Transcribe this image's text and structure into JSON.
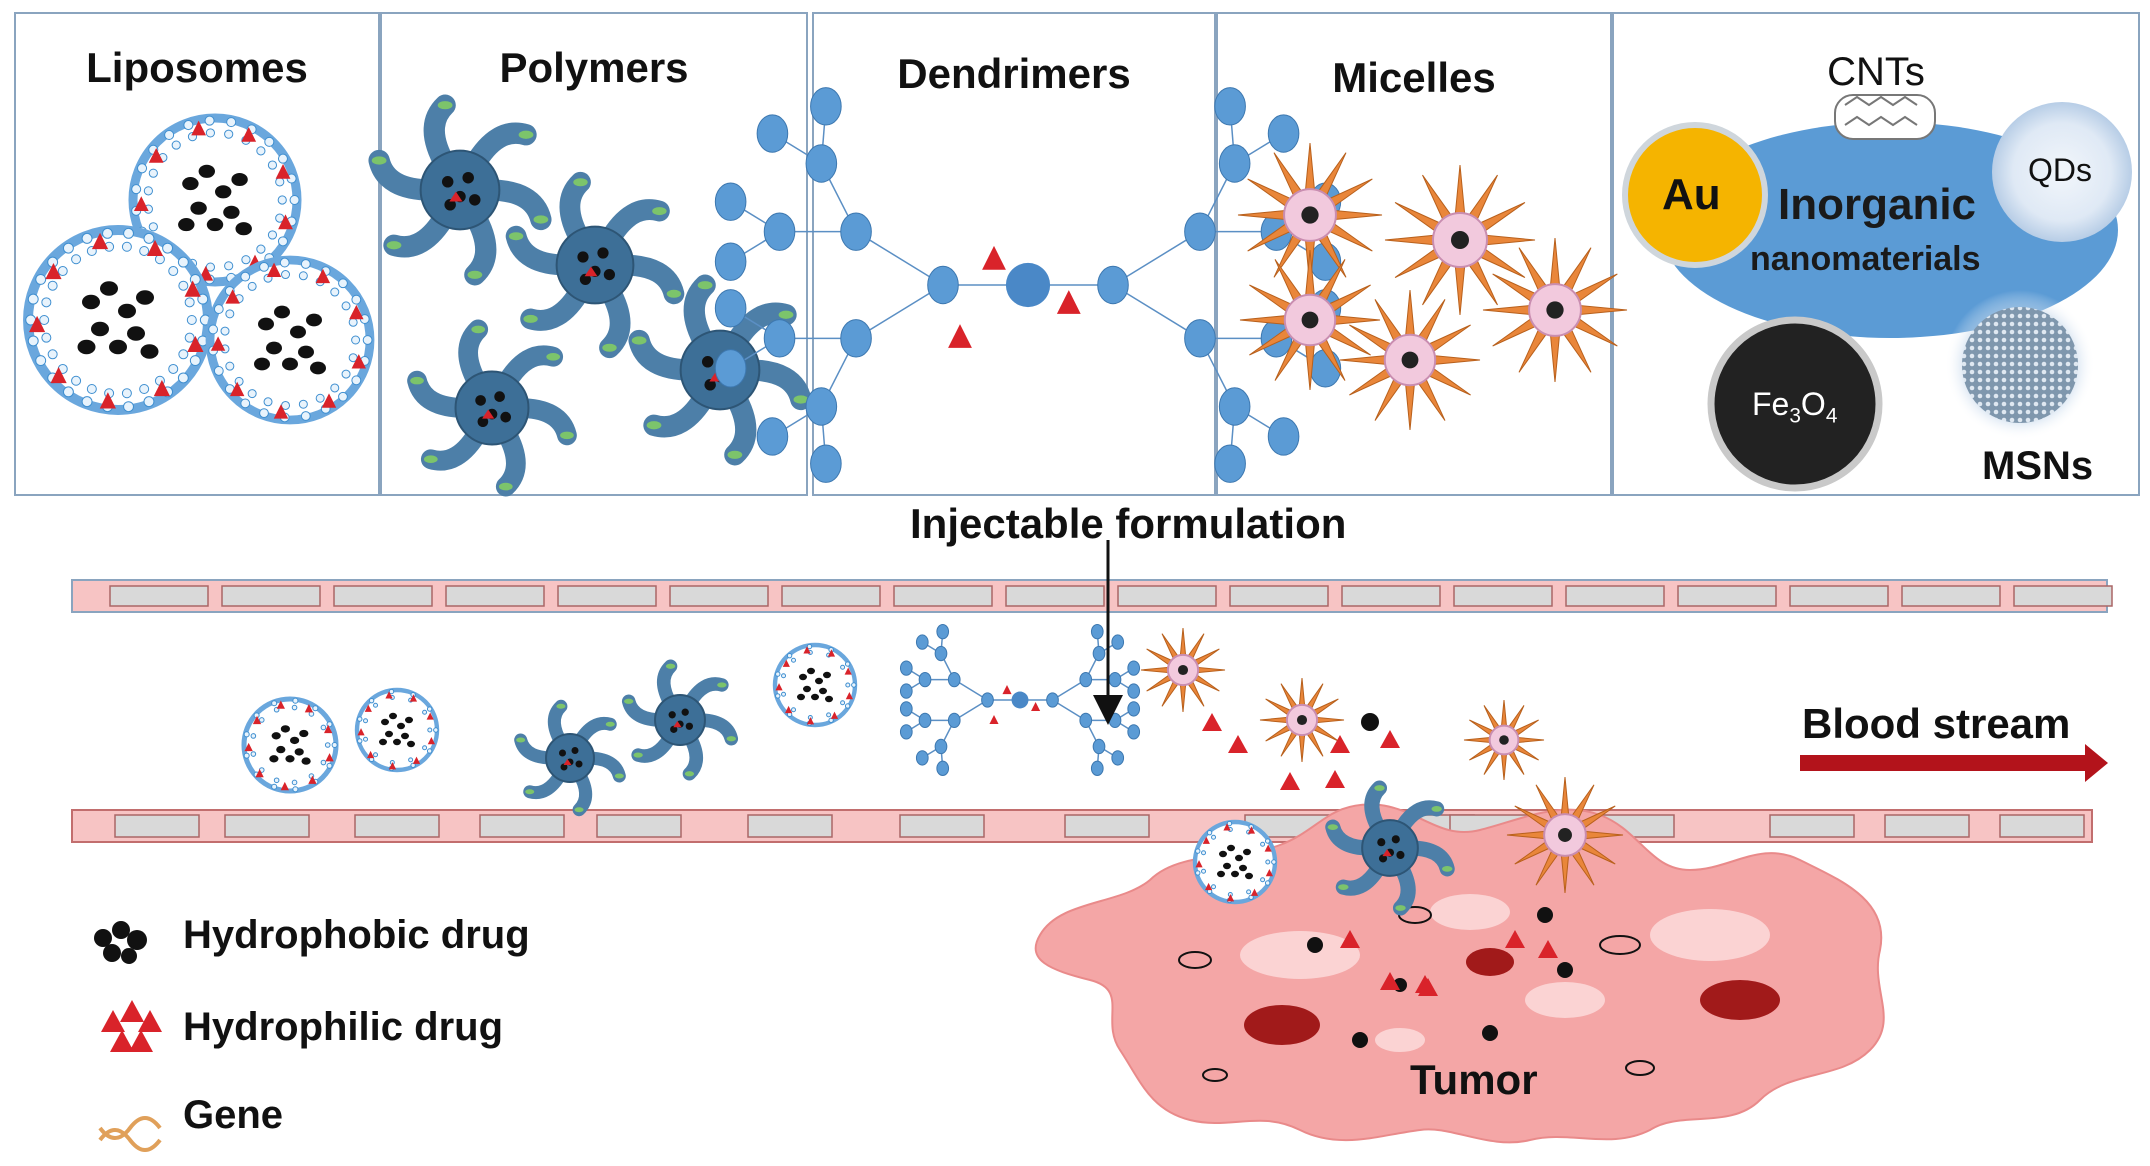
{
  "panels": {
    "liposomes": "Liposomes",
    "polymers": "Polymers",
    "dendrimers": "Dendrimers",
    "micelles": "Micelles",
    "cnts": "CNTs"
  },
  "inorganic": {
    "title": "Inorganic",
    "subtitle": "nanomaterials",
    "au": "Au",
    "qds": "QDs",
    "fe3o4": "Fe3O4",
    "msns": "MSNs"
  },
  "labels": {
    "injectable": "Injectable formulation",
    "blood_stream": "Blood stream",
    "tumor": "Tumor"
  },
  "legend": {
    "hydrophobic": "Hydrophobic drug",
    "hydrophilic": "Hydrophilic drug",
    "gene": "Gene"
  },
  "colors": {
    "liposome": "#3f8fd0",
    "polymer": "#3d6f97",
    "dendrimer": "#5b9bd5",
    "micelle": "#e67e22",
    "tumor": "#f4a3a3",
    "vessel": "#f7c4c4",
    "drug_red": "#d9232a",
    "gold": "#f5b400",
    "inorganic_blue": "#5b9bd5"
  }
}
